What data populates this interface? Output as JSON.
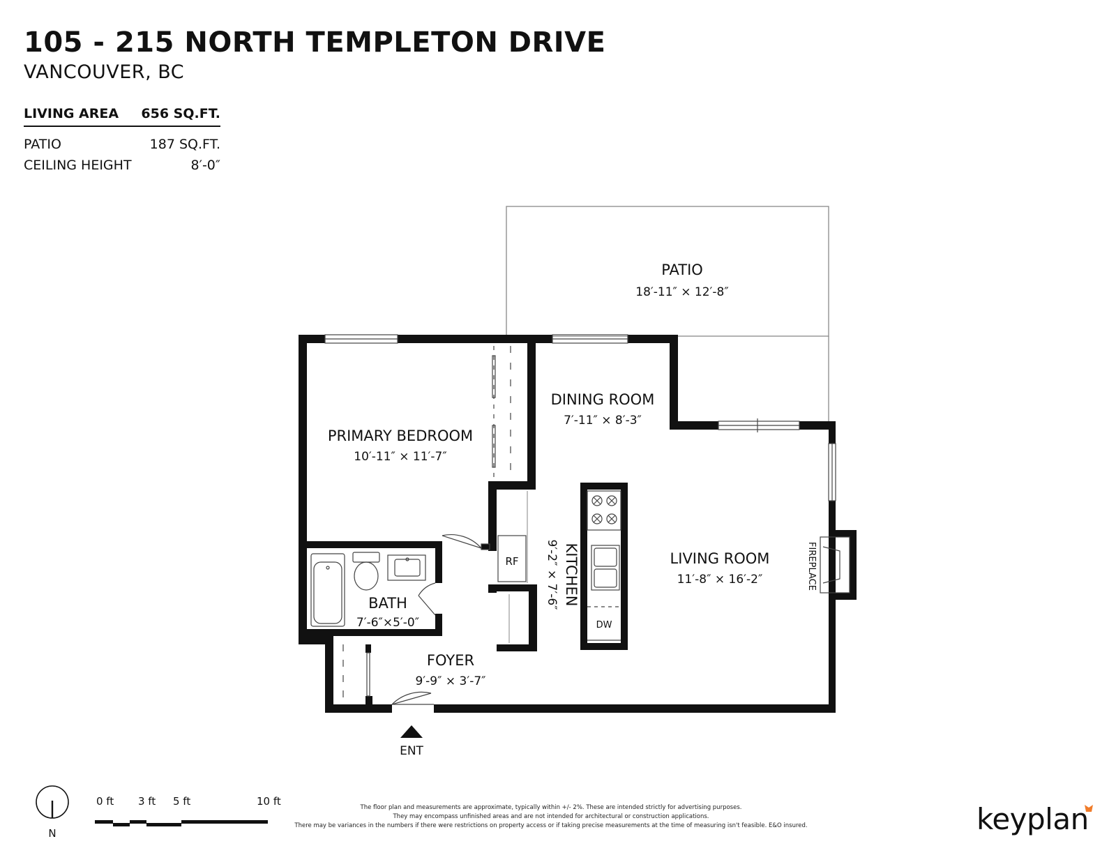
{
  "header": {
    "address": "105 - 215 NORTH TEMPLETON DRIVE",
    "city": "VANCOUVER, BC"
  },
  "stats": [
    {
      "label": "LIVING AREA",
      "value": "656 SQ.FT."
    },
    {
      "label": "PATIO",
      "value": "187 SQ.FT."
    },
    {
      "label": "CEILING HEIGHT",
      "value": "8′-0″"
    }
  ],
  "rooms": {
    "patio": {
      "name": "PATIO",
      "dim": "18′-11″ × 12′-8″"
    },
    "dining": {
      "name": "DINING ROOM",
      "dim": "7′-11″ × 8′-3″"
    },
    "bedroom": {
      "name": "PRIMARY BEDROOM",
      "dim": "10′-11″ × 11′-7″"
    },
    "kitchen": {
      "name": "KITCHEN",
      "dim": "9′-2″ × 7′-6″"
    },
    "living": {
      "name": "LIVING ROOM",
      "dim": "11′-8″ × 16′-2″"
    },
    "bath": {
      "name": "BATH",
      "dim": "7′-6″×5′-0″"
    },
    "foyer": {
      "name": "FOYER",
      "dim": "9′-9″ × 3′-7″"
    }
  },
  "fixtures": {
    "fridge": "RF",
    "dishwasher": "DW",
    "fireplace": "FIREPLACE",
    "entry": "ENT"
  },
  "compass": {
    "label": "N"
  },
  "scale": {
    "ticks": [
      "0 ft",
      "3 ft",
      "5 ft",
      "10 ft"
    ]
  },
  "disclaimer": [
    "The floor plan and measurements are approximate, typically within +/- 2%. These are intended strictly for advertising purposes.",
    "They may encompass unfinished areas and are not intended for architectural or construction applications.",
    "There may be variances in the numbers if there were restrictions on property access or if taking precise measurements at the time of measuring isn't feasible. E&O insured."
  ],
  "brand": {
    "name": "keyplan",
    "accent": "#f07c2a"
  }
}
